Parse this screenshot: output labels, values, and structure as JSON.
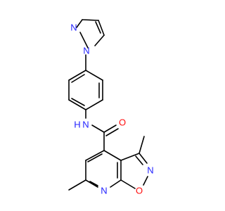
{
  "diagram": {
    "colors": {
      "bond": "#000000",
      "nitrogen": "#2323ff",
      "oxygen": "#ff0d0d",
      "background": "#ffffff"
    },
    "atom_labels": {
      "pyrazole_n1": "N",
      "pyrazole_n2": "N",
      "amide_nh": "N",
      "amide_h": "H",
      "carbonyl_o": "O",
      "isoxazole_n": "N",
      "isoxazole_o": "O",
      "pyridine_n": "N"
    }
  }
}
